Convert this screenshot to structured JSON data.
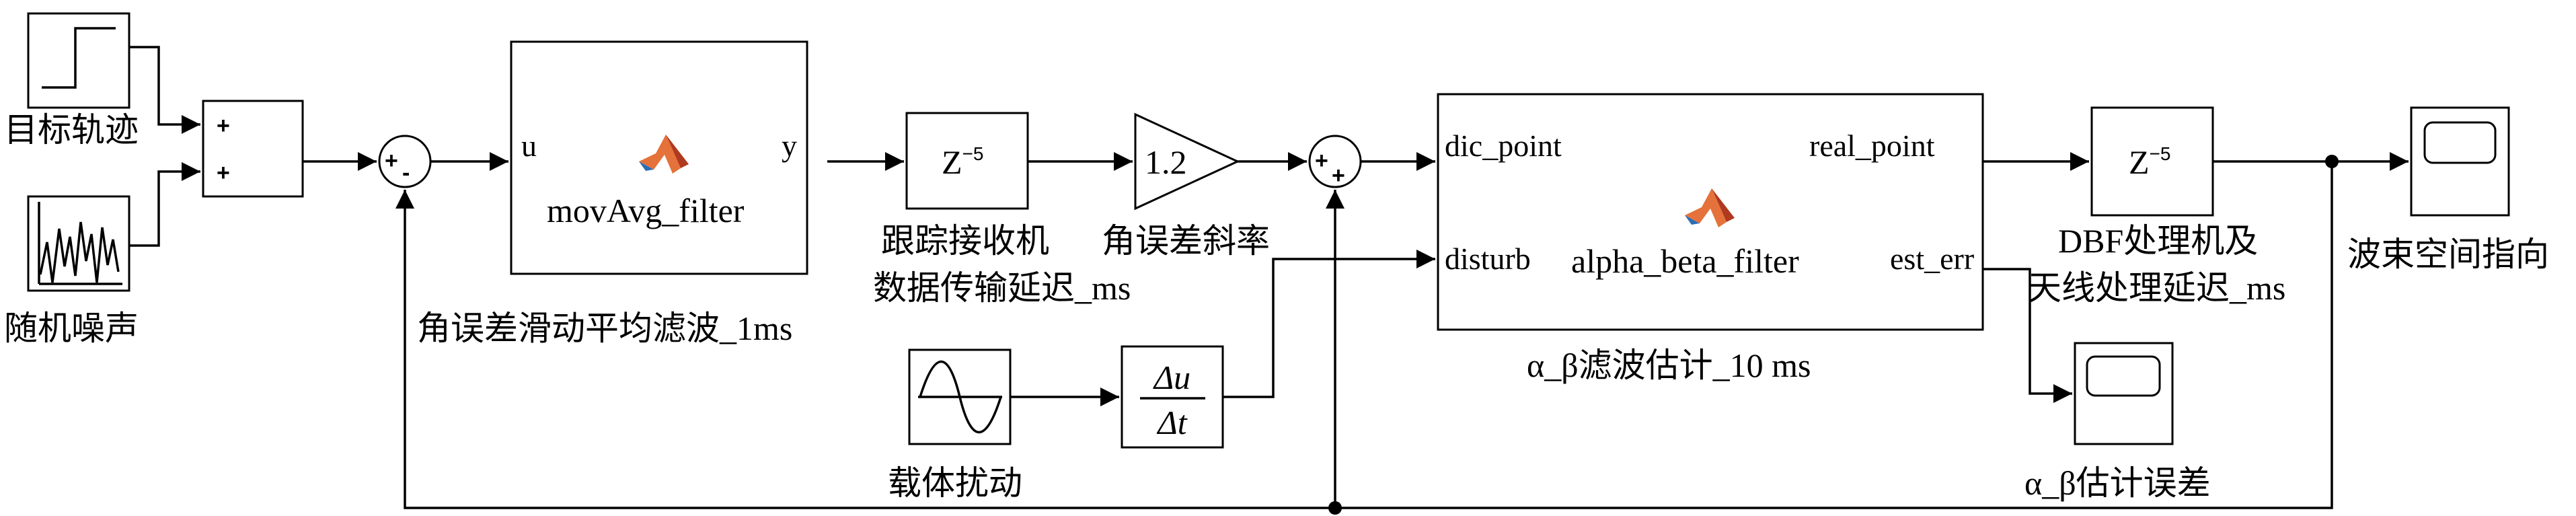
{
  "blocks": {
    "step_source": {
      "label": "目标轨迹"
    },
    "noise_source": {
      "label": "随机噪声"
    },
    "add_block": {
      "sign_top": "+",
      "sign_bottom": "+"
    },
    "sum1": {
      "sign_left": "+",
      "sign_bottom": "-"
    },
    "mov_avg": {
      "in_port": "u",
      "out_port": "y",
      "name": "movAvg_filter",
      "caption": "角误差滑动平均滤波_1ms"
    },
    "delay1": {
      "text": "Z",
      "exp": "−5",
      "caption_line1": "跟踪接收机",
      "caption_line2": "数据传输延迟_ms"
    },
    "gain": {
      "value": "1.2",
      "caption": "角误差斜率"
    },
    "sum2": {
      "sign_left": "+",
      "sign_bottom": "+"
    },
    "ab_filter": {
      "in1": "dic_point",
      "in2": "disturb",
      "out1": "real_point",
      "out2": "est_err",
      "name": "alpha_beta_filter",
      "caption": "α_β滤波估计_10 ms"
    },
    "sine": {
      "caption": "载体扰动"
    },
    "deriv": {
      "num": "Δu",
      "den": "Δt"
    },
    "delay2": {
      "text": "Z",
      "exp": "−5",
      "caption_line1": "DBF处理机及",
      "caption_line2": "天线处理延迟_ms"
    },
    "scope1": {
      "caption": "波束空间指向"
    },
    "scope2": {
      "caption": "α_β估计误差"
    }
  },
  "colors": {
    "line": "#000000",
    "matlab_icon": "#e4723a",
    "matlab_icon_dark": "#b03a1e",
    "matlab_icon_blue": "#2a6db5"
  }
}
